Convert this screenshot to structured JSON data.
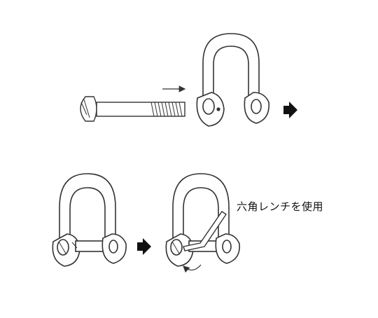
{
  "diagram": {
    "caption": "六角レンチを使用",
    "figures": [
      {
        "name": "bolt",
        "interactable": false
      },
      {
        "name": "shackle-open",
        "interactable": false
      },
      {
        "name": "shackle-assembled",
        "interactable": false
      },
      {
        "name": "shackle-with-wrench",
        "interactable": false
      }
    ],
    "arrows": [
      {
        "name": "insert-direction-arrow",
        "style": "thin"
      },
      {
        "name": "step-arrow-1",
        "style": "bold"
      },
      {
        "name": "step-arrow-2",
        "style": "bold"
      },
      {
        "name": "rotate-arrow",
        "style": "curved"
      }
    ],
    "colors": {
      "line": "#333333",
      "fill": "#ffffff",
      "shade": "#e6e6e6"
    }
  }
}
